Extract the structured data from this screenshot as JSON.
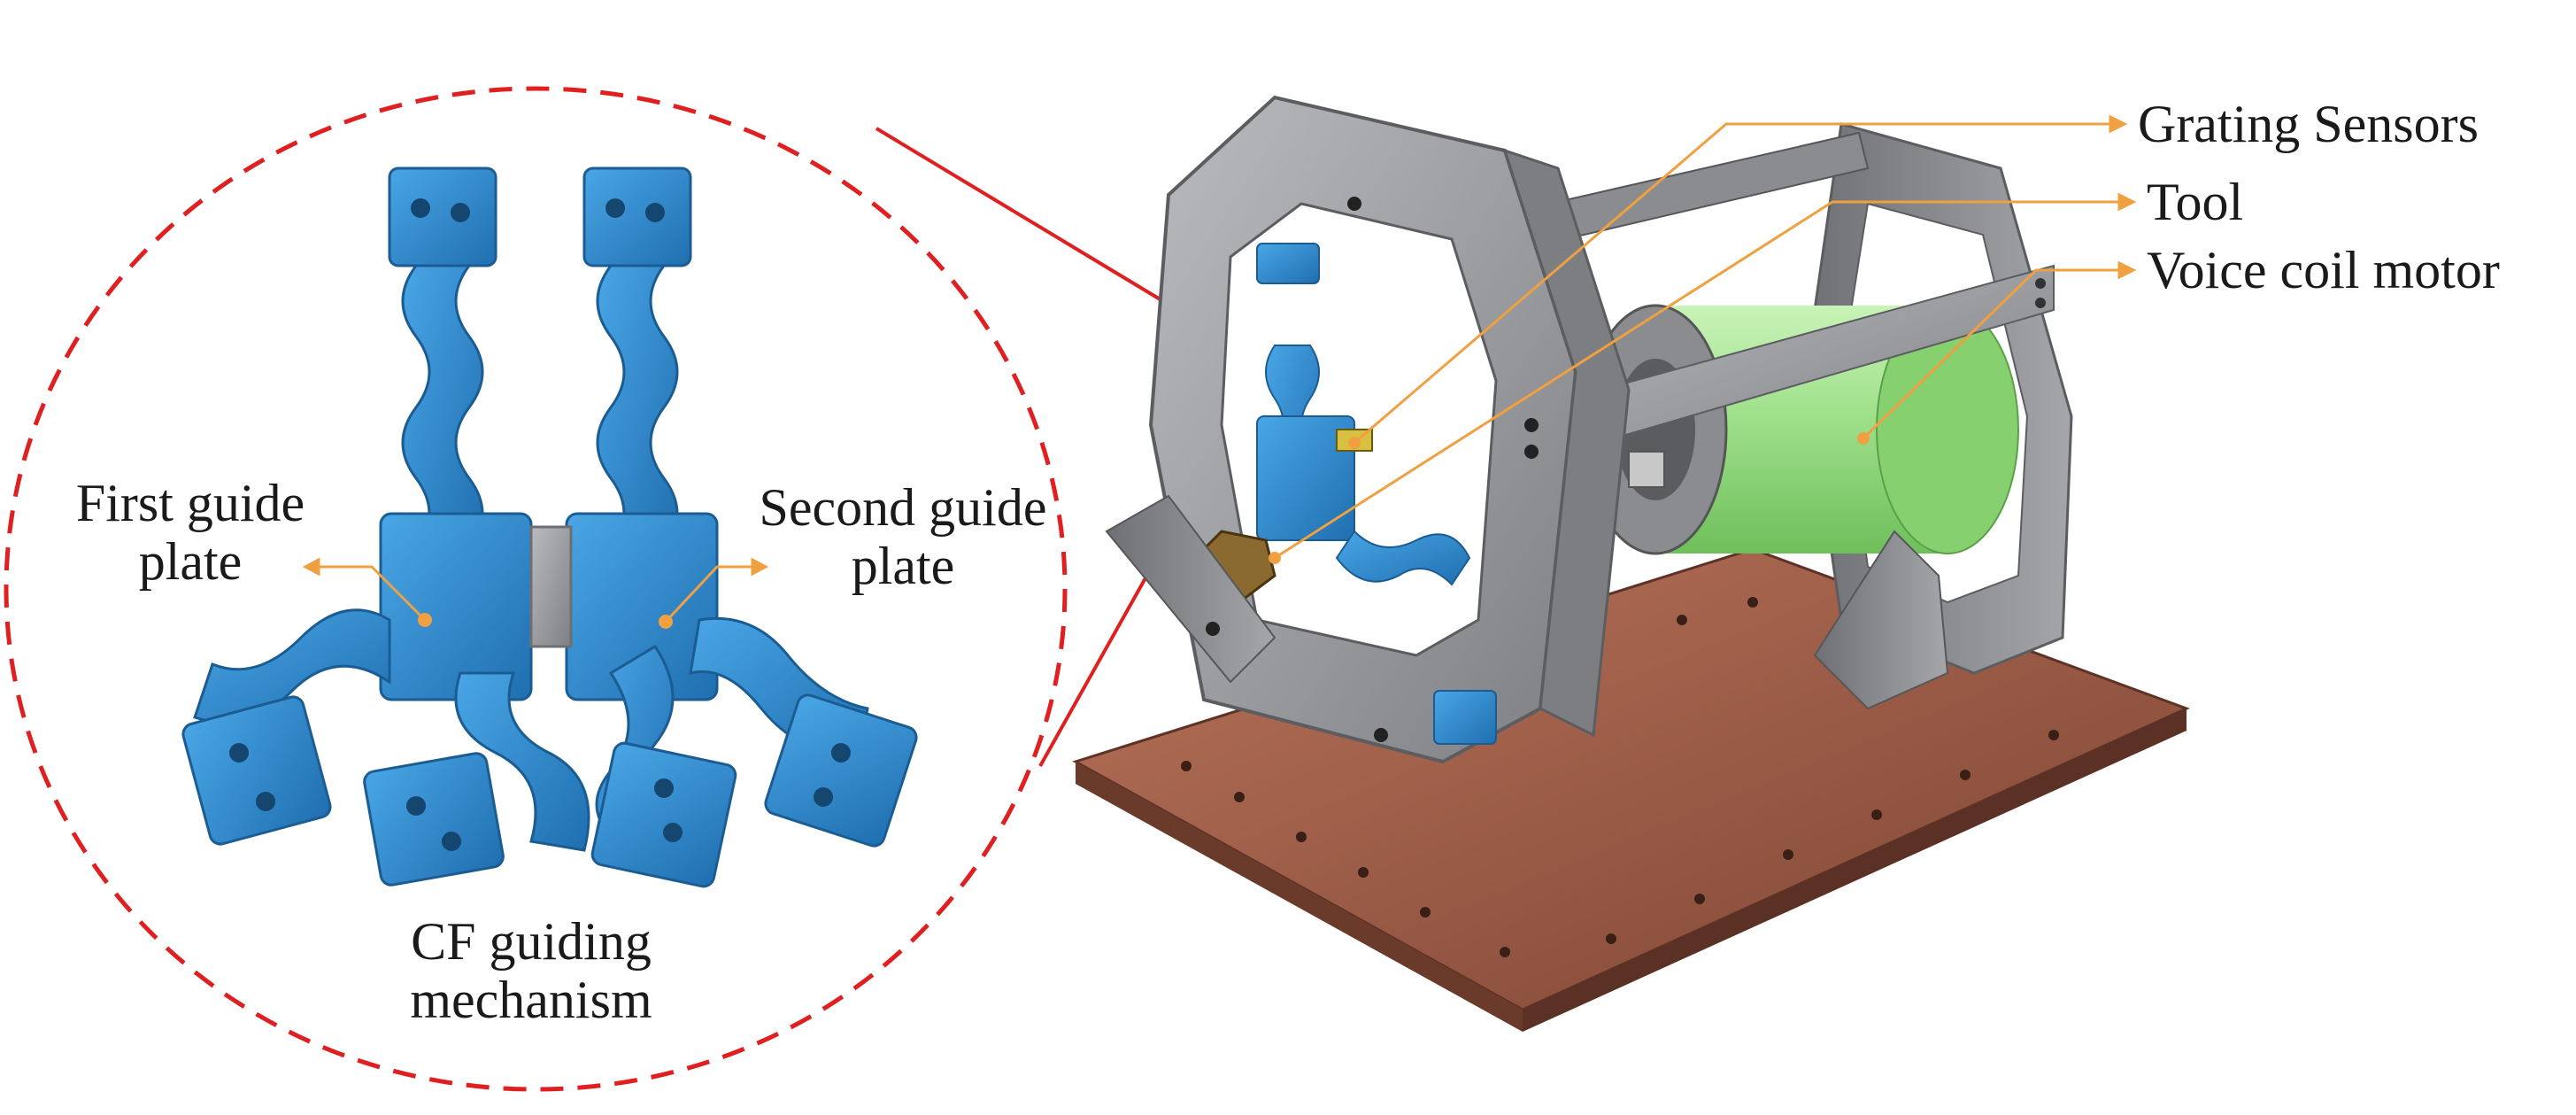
{
  "labels": {
    "first_guide_plate": [
      "First guide",
      "plate"
    ],
    "second_guide_plate": [
      "Second guide",
      "plate"
    ],
    "cf_guiding_mechanism": [
      "CF guiding",
      "mechanism"
    ],
    "grating_sensors": "Grating Sensors",
    "tool": "Tool",
    "voice_coil_motor": "Voice coil motor"
  },
  "colors": {
    "blue_part": "#2f86c8",
    "blue_dark": "#1f5f95",
    "frame_gray": "#9a9c9f",
    "frame_dark": "#6d6f72",
    "base_copper": "#9a5a44",
    "motor_green": "#9ee08a",
    "tool_brown": "#7a5a2a",
    "zoom_red": "#e02020",
    "leader_orange": "#f0a040"
  }
}
